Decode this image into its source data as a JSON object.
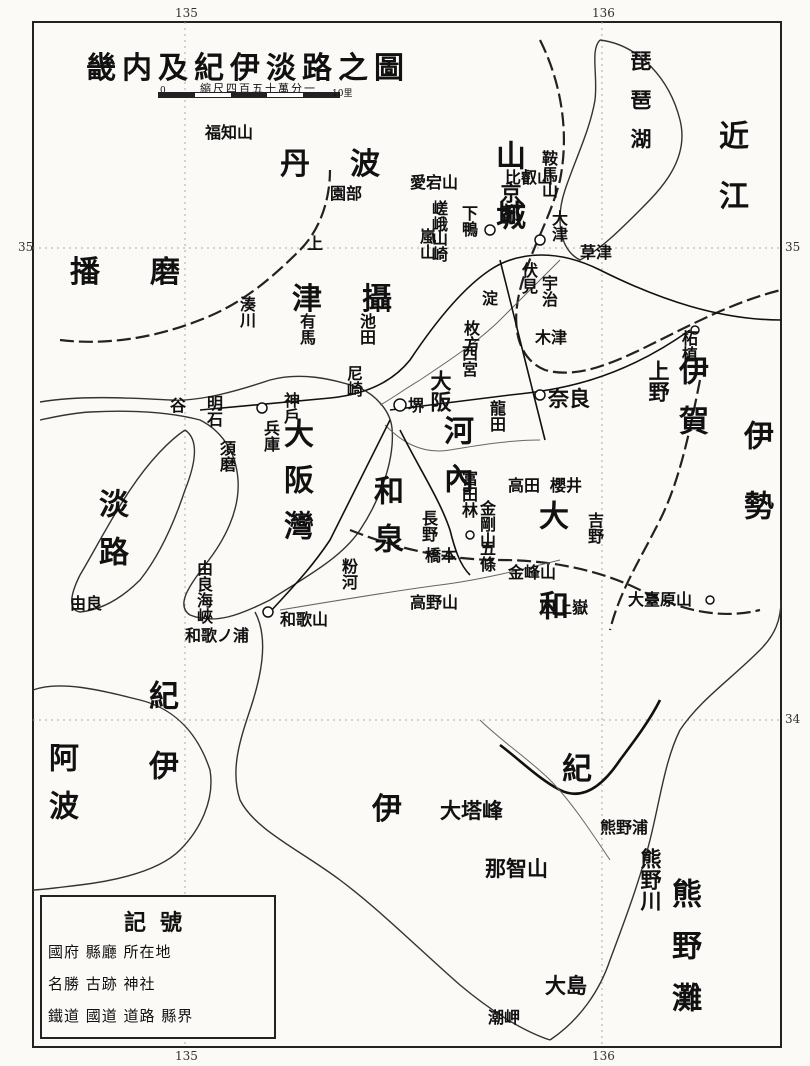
{
  "map": {
    "title": "畿内及紀伊淡路之圖",
    "scale_note": "縮尺四百五十萬分一",
    "scale_zero": "0",
    "scale_end": "10里",
    "grid_labels": {
      "top_135": "135",
      "top_136": "136",
      "bottom_135": "135",
      "bottom_136": "136",
      "left_35": "35",
      "right_35": "35",
      "right_34": "34"
    },
    "provinces": {
      "tanba": "丹波",
      "yamashiro": "山城",
      "omi": "近江",
      "settsu": "津攝",
      "harima": "播磨",
      "iga": "伊賀",
      "ise": "伊勢",
      "kawachi": "河內",
      "yamato": "大和",
      "izumi": "和泉",
      "awaji": "淡路",
      "kii": "紀伊",
      "kii_e": "紀",
      "awa": "阿波",
      "osaka_bay": "大阪灣",
      "kii_channel": "伊",
      "kumano_nada": "熊野灘",
      "biwa_lake": "琵琶湖"
    },
    "places": {
      "kyoto": "京都",
      "otsu": "大津",
      "fushimi": "伏見",
      "uji": "宇治",
      "nara": "奈良",
      "osaka": "大阪",
      "sakai": "堺",
      "kobe": "神戶",
      "hyogo": "兵庫",
      "wakayama": "和歌山",
      "wakanoura": "和歌ノ浦",
      "suma": "須磨",
      "akashi": "明石",
      "amagasaki": "尼崎",
      "nishinomiya": "西宮",
      "ikeda": "池田",
      "arima": "有馬",
      "sonobe": "園部",
      "arashiyama": "嵐山",
      "saga": "嵯峨",
      "atago": "愛宕山",
      "hiei": "比叡山",
      "kusatsu": "草津",
      "ueno": "上野",
      "tsuge": "柘植",
      "kizu": "木津",
      "yamazaki": "山崎",
      "yodo": "淀",
      "hirakata": "枚方",
      "tatsuta": "龍田",
      "sakurai": "櫻井",
      "takada": "高田",
      "tondabayashi": "富田林",
      "kongo": "金剛山",
      "nagano": "長野",
      "gojo": "五條",
      "hashimoto": "橋本",
      "koya": "高野山",
      "kokawa": "粉河",
      "yoshino": "吉野",
      "kimpu": "金峰山",
      "sanjo": "山上嶽",
      "odaigahara": "大臺原山",
      "ominemine": "大塔峰",
      "nachi": "那智山",
      "kumano_ura": "熊野浦",
      "kumano_river": "熊野川",
      "oshima": "大島",
      "shionomisaki": "潮岬",
      "yura": "由良",
      "kisaki": "由良海峽",
      "minato": "湊川",
      "uenomoto": "上",
      "kuramayama": "鞍馬山",
      "shimogamo": "下鴨",
      "taniwa": "谷",
      "hokuho": "福知山"
    },
    "legend": {
      "title": "記號",
      "row1": "國府 縣廳 所在地",
      "row2": "名勝 古跡 神社",
      "row3": "鐵道 國道 道路 縣界"
    }
  }
}
